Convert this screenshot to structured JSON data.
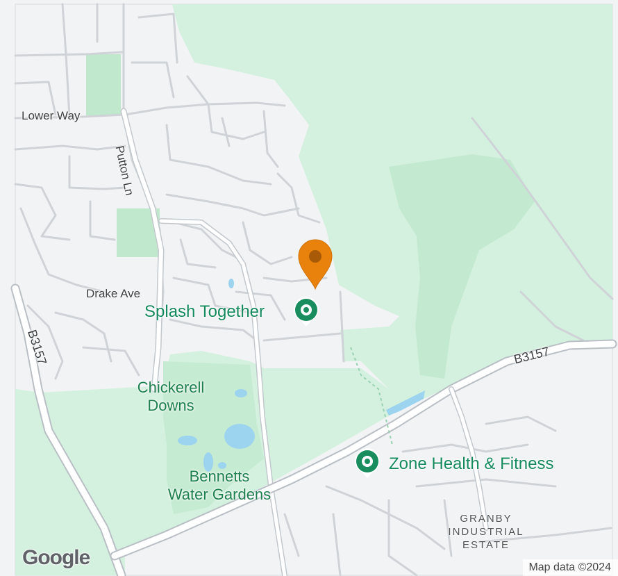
{
  "map": {
    "road_labels": {
      "lower_way": "Lower Way",
      "putton_ln": "Putton Ln",
      "drake_ave": "Drake Ave",
      "b3157_west": "B3157",
      "b3157_east": "B3157"
    },
    "area_labels": {
      "chickerell_downs": "Chickerell\nDowns",
      "bennetts_water_gardens": "Bennetts\nWater Gardens",
      "granby_industrial_estate": "GRANBY\nINDUSTRIAL\nESTATE"
    },
    "places": [
      {
        "name": "Splash Together",
        "icon": "place-marker-icon"
      },
      {
        "name": "Zone Health & Fitness",
        "icon": "place-marker-icon"
      }
    ],
    "selected_marker": {
      "icon": "location-pin-icon",
      "color": "#e8820c"
    },
    "colors": {
      "land": "#f1f3f4",
      "park": "#cdeedb",
      "park_dark": "#b4e3c6",
      "water": "#9cd4ef",
      "road": "#ffffff",
      "road_casing": "#c8cdd2",
      "poi_green": "#1a8d5f"
    }
  },
  "branding": {
    "logo": "Google",
    "attribution": "Map data ©2024"
  }
}
